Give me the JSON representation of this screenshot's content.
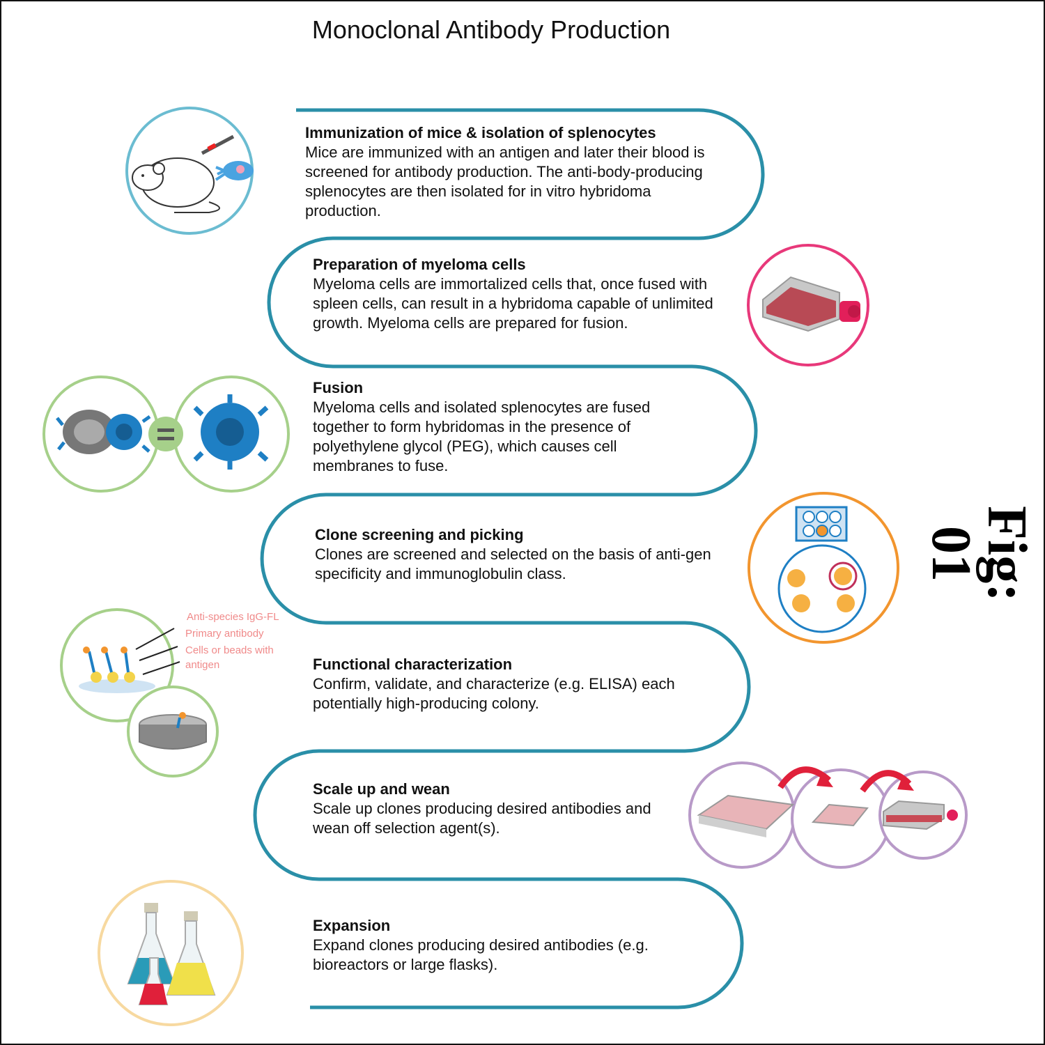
{
  "title": "Monoclonal Antibody Production",
  "figure_label": "Fig: 01",
  "steps": [
    {
      "title": "Immunization of mice & isolation of splenocytes",
      "body": "Mice are immunized with an antigen and later their blood is screened for antibody production. The anti-body-producing splenocytes are then isolated for in vitro hybridoma production."
    },
    {
      "title": "Preparation of myeloma cells",
      "body": "Myeloma cells are immortalized cells that, once fused with spleen cells, can result in a hybridoma capable of unlimited growth. Myeloma cells are prepared for fusion."
    },
    {
      "title": "Fusion",
      "body": "Myeloma cells and isolated splenocytes are fused together to form hybridomas in the presence of polyethylene glycol (PEG), which causes cell membranes to fuse."
    },
    {
      "title": "Clone screening and picking",
      "body": "Clones are screened and selected on the basis of anti-gen specificity and immunoglobulin class."
    },
    {
      "title": "Functional characterization",
      "body": "Confirm, validate, and characterize (e.g. ELISA) each potentially high-producing colony."
    },
    {
      "title": "Scale up and wean",
      "body": "Scale up clones producing desired antibodies and wean off selection agent(s)."
    },
    {
      "title": "Expansion",
      "body": "Expand clones producing desired antibodies (e.g. bioreactors or large flasks)."
    }
  ],
  "elisa_labels": {
    "label1": "Anti-species IgG-FL",
    "label2": "Primary antibody",
    "label3": "Cells or beads with",
    "label4": "antigen"
  },
  "colors": {
    "flow_line": "#2a8fa8",
    "mouse_circle": "#6bbcd1",
    "flask_circle": "#e8387a",
    "fusion_circle": "#a6d08a",
    "screening_circle": "#f2952e",
    "characterization_circle": "#a6d08a",
    "scaleup_circle": "#b89ac8",
    "expansion_circle": "#f7d9a0",
    "cell_blue": "#1e7fc4"
  }
}
